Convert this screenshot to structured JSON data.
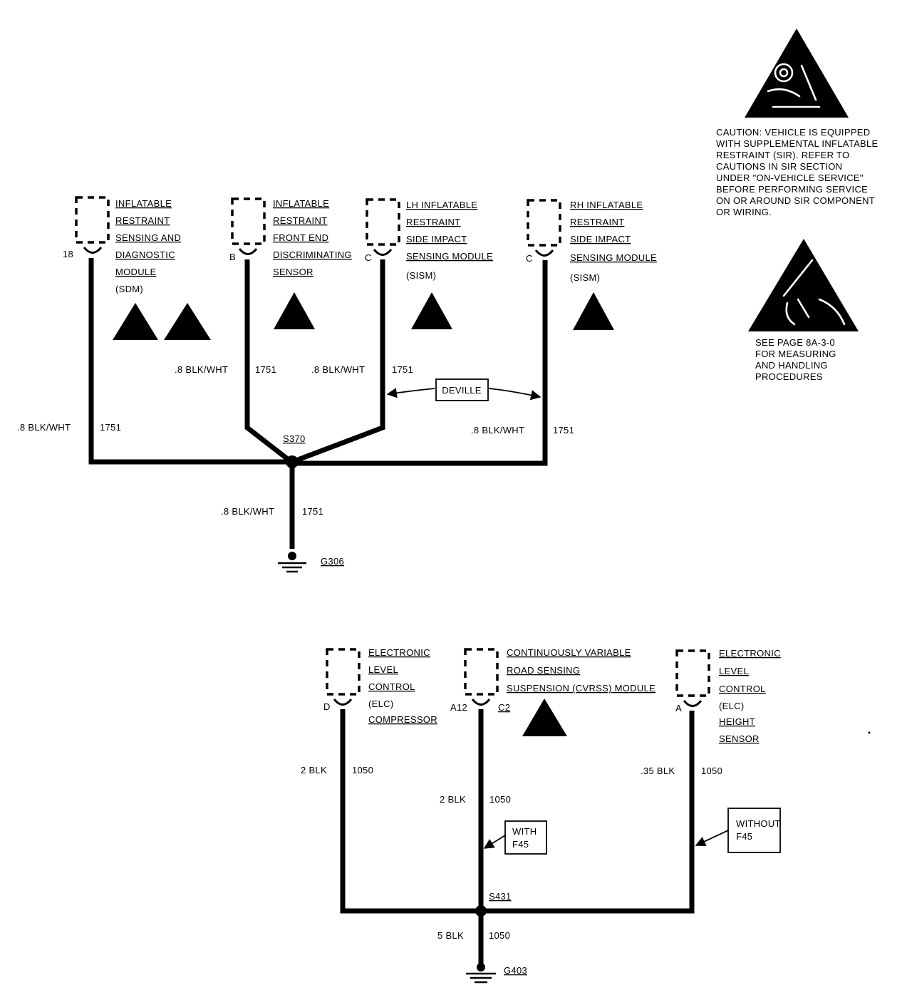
{
  "caution": {
    "lines": [
      "CAUTION: VEHICLE IS EQUIPPED",
      "WITH SUPPLEMENTAL INFLATABLE",
      "RESTRAINT (SIR). REFER TO",
      "CAUTIONS IN SIR SECTION",
      "UNDER \"ON-VEHICLE SERVICE\"",
      "BEFORE PERFORMING SERVICE",
      "ON OR AROUND SIR COMPONENT",
      "OR WIRING."
    ],
    "icon": "sir-airbag-warning-icon"
  },
  "esd": {
    "lines": [
      "SEE PAGE 8A-3-0",
      "FOR MEASURING",
      "AND HANDLING",
      "PROCEDURES"
    ],
    "icon": "esd-sensitive-icon"
  },
  "top_circuit": {
    "components": [
      {
        "pin": "18",
        "lines": [
          "INFLATABLE",
          "RESTRAINT",
          "SENSING AND",
          "DIAGNOSTIC",
          "MODULE",
          "(SDM)"
        ]
      },
      {
        "pin": "B",
        "lines": [
          "INFLATABLE",
          "RESTRAINT",
          "FRONT END",
          "DISCRIMINATING",
          "SENSOR"
        ]
      },
      {
        "pin": "C",
        "lines": [
          "LH INFLATABLE",
          "RESTRAINT",
          "SIDE IMPACT",
          "SENSING MODULE",
          "(SISM)"
        ]
      },
      {
        "pin": "C",
        "lines": [
          "RH INFLATABLE",
          "RESTRAINT",
          "SIDE IMPACT",
          "SENSING MODULE",
          "(SISM)"
        ]
      }
    ],
    "wires": [
      {
        "gauge": ".8 BLK/WHT",
        "circuit": "1751"
      },
      {
        "gauge": ".8 BLK/WHT",
        "circuit": "1751"
      },
      {
        "gauge": ".8 BLK/WHT",
        "circuit": "1751"
      },
      {
        "gauge": ".8 BLK/WHT",
        "circuit": "1751"
      },
      {
        "gauge": ".8 BLK/WHT",
        "circuit": "1751"
      }
    ],
    "option_label": "DEVILLE",
    "splice": "S370",
    "ground": "G306"
  },
  "bottom_circuit": {
    "components": [
      {
        "pin": "D",
        "lines": [
          "ELECTRONIC",
          "LEVEL",
          "CONTROL",
          "(ELC)",
          "COMPRESSOR"
        ]
      },
      {
        "pin": "A12",
        "pin2": "C2",
        "lines": [
          "CONTINUOUSLY VARIABLE",
          "ROAD SENSING",
          "SUSPENSION (CVRSS) MODULE"
        ]
      },
      {
        "pin": "A",
        "lines": [
          "ELECTRONIC",
          "LEVEL",
          "CONTROL",
          "(ELC)",
          "HEIGHT",
          "SENSOR"
        ]
      }
    ],
    "wires": [
      {
        "gauge": "2 BLK",
        "circuit": "1050"
      },
      {
        "gauge": "2 BLK",
        "circuit": "1050"
      },
      {
        "gauge": ".35 BLK",
        "circuit": "1050"
      },
      {
        "gauge": "5 BLK",
        "circuit": "1050"
      }
    ],
    "with_label": [
      "WITH",
      "F45"
    ],
    "without_label": [
      "WITHOUT",
      "F45"
    ],
    "splice": "S431",
    "ground": "G403"
  }
}
